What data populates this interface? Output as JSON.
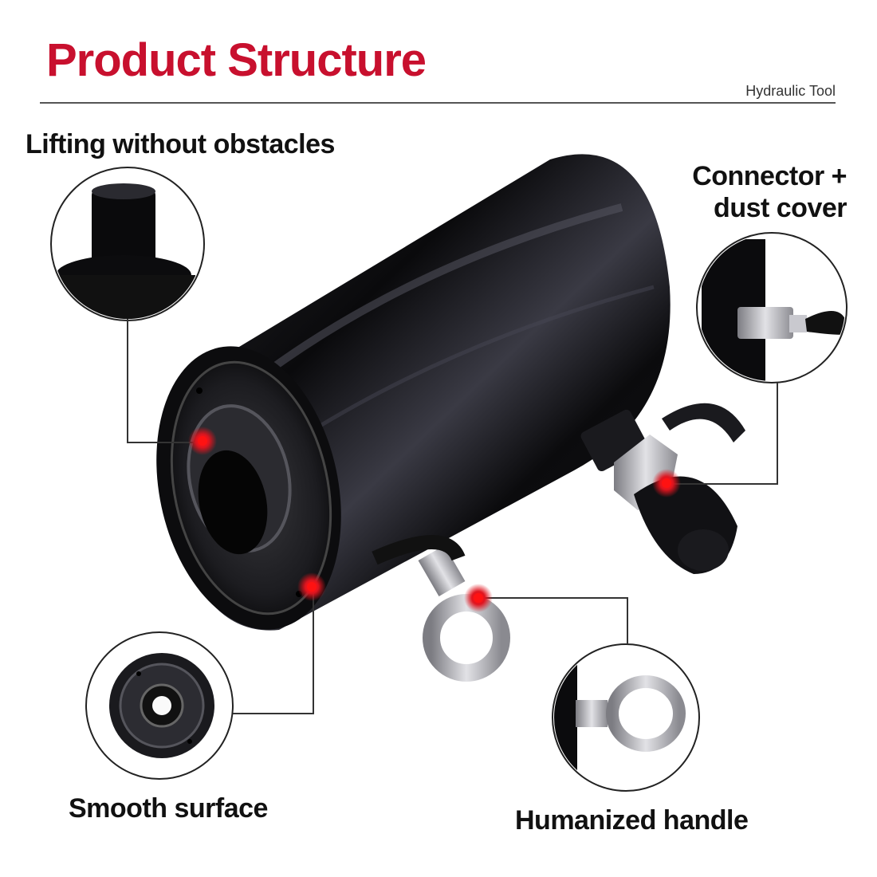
{
  "header": {
    "title": "Product Structure",
    "subtitle": "Hydraulic Tool"
  },
  "labels": {
    "lifting": "Lifting without obstacles",
    "connector_line1": "Connector +",
    "connector_line2": "dust cover",
    "smooth": "Smooth surface",
    "handle": "Humanized handle"
  },
  "colors": {
    "title": "#c8102e",
    "callout_dot": "#e0141e",
    "cylinder": "#0d0d0f",
    "steel": "#a8a8ad"
  }
}
